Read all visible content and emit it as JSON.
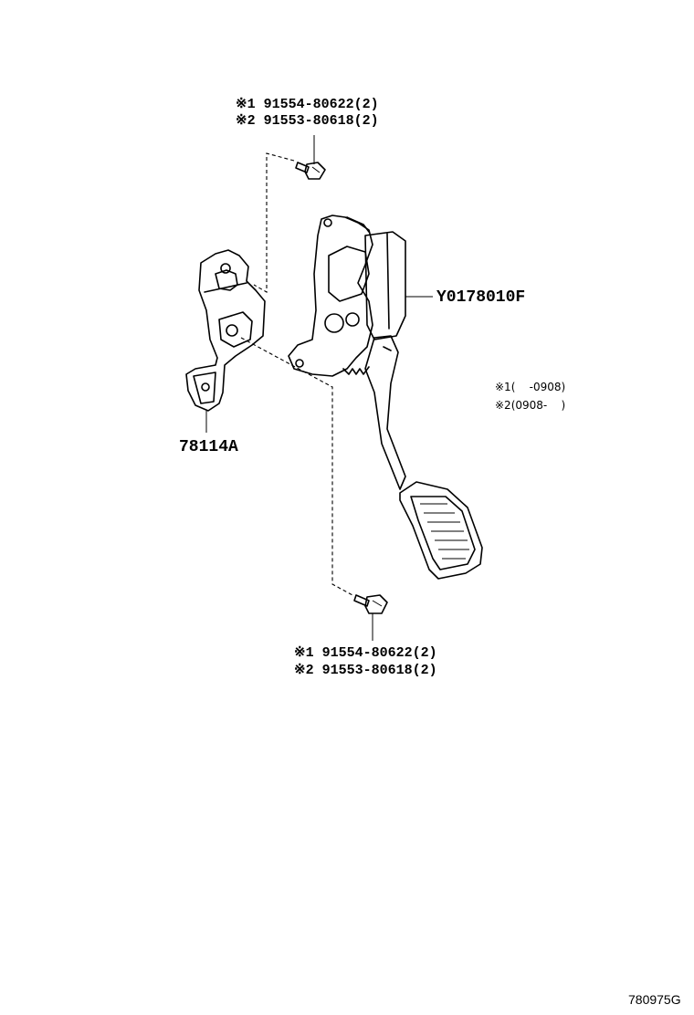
{
  "callouts": {
    "top_bolt_line1": "※1 91554-80622(2)",
    "top_bolt_line2": "※2 91553-80618(2)",
    "bottom_bolt_line1": "※1 91554-80622(2)",
    "bottom_bolt_line2": "※2 91553-80618(2)",
    "pedal_assembly": "Y0178010F",
    "bracket": "78114A"
  },
  "notes": {
    "note1": "※1(    -0908)",
    "note2": "※2(0908-    )"
  },
  "illustration_code": "780975G"
}
